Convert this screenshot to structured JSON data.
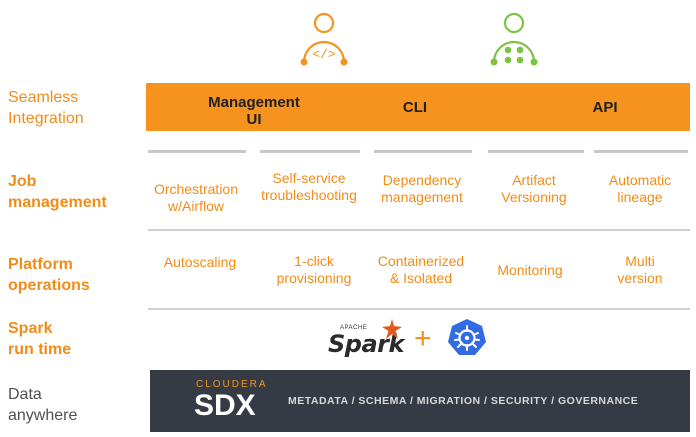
{
  "rows": {
    "integration": {
      "label_line1": "Seamless",
      "label_line2": "Integration"
    },
    "job": {
      "label_line1": "Job",
      "label_line2": "management"
    },
    "platform": {
      "label_line1": "Platform",
      "label_line2": "operations"
    },
    "spark": {
      "label_line1": "Spark",
      "label_line2": "run time"
    },
    "data": {
      "label_line1": "Data",
      "label_line2": "anywhere"
    }
  },
  "integration_bar": {
    "items": [
      {
        "line1": "Management",
        "line2": "UI"
      },
      {
        "line1": "CLI",
        "line2": ""
      },
      {
        "line1": "API",
        "line2": ""
      }
    ]
  },
  "job_items": [
    {
      "line1": "Orchestration",
      "line2": "w/Airflow"
    },
    {
      "line1": "Self-service",
      "line2": "troubleshooting"
    },
    {
      "line1": "Dependency",
      "line2": "management"
    },
    {
      "line1": "Artifact",
      "line2": "Versioning"
    },
    {
      "line1": "Automatic",
      "line2": "lineage"
    }
  ],
  "platform_items": [
    {
      "line1": "Autoscaling",
      "line2": ""
    },
    {
      "line1": "1-click",
      "line2": "provisioning"
    },
    {
      "line1": "Containerized",
      "line2": "& Isolated"
    },
    {
      "line1": "Monitoring",
      "line2": ""
    },
    {
      "line1": "Multi",
      "line2": "version"
    }
  ],
  "spark_runtime": {
    "apache_small": "APACHE",
    "spark_word": "Spark",
    "plus": "+"
  },
  "sdx_banner": {
    "brand_small": "CLOUDERA",
    "brand_big": "SDX",
    "tagline": "METADATA / SCHEMA / MIGRATION / SECURITY / GOVERNANCE"
  },
  "icons": {
    "developer": "developer-person-icon",
    "user": "apps-person-icon",
    "spark": "apache-spark-logo",
    "kubernetes": "kubernetes-logo"
  },
  "colors": {
    "orange": "#f6931e",
    "orange_text": "#f28c18",
    "green": "#7dc242",
    "dark_banner": "#343b45",
    "kube_blue": "#326ce5"
  }
}
